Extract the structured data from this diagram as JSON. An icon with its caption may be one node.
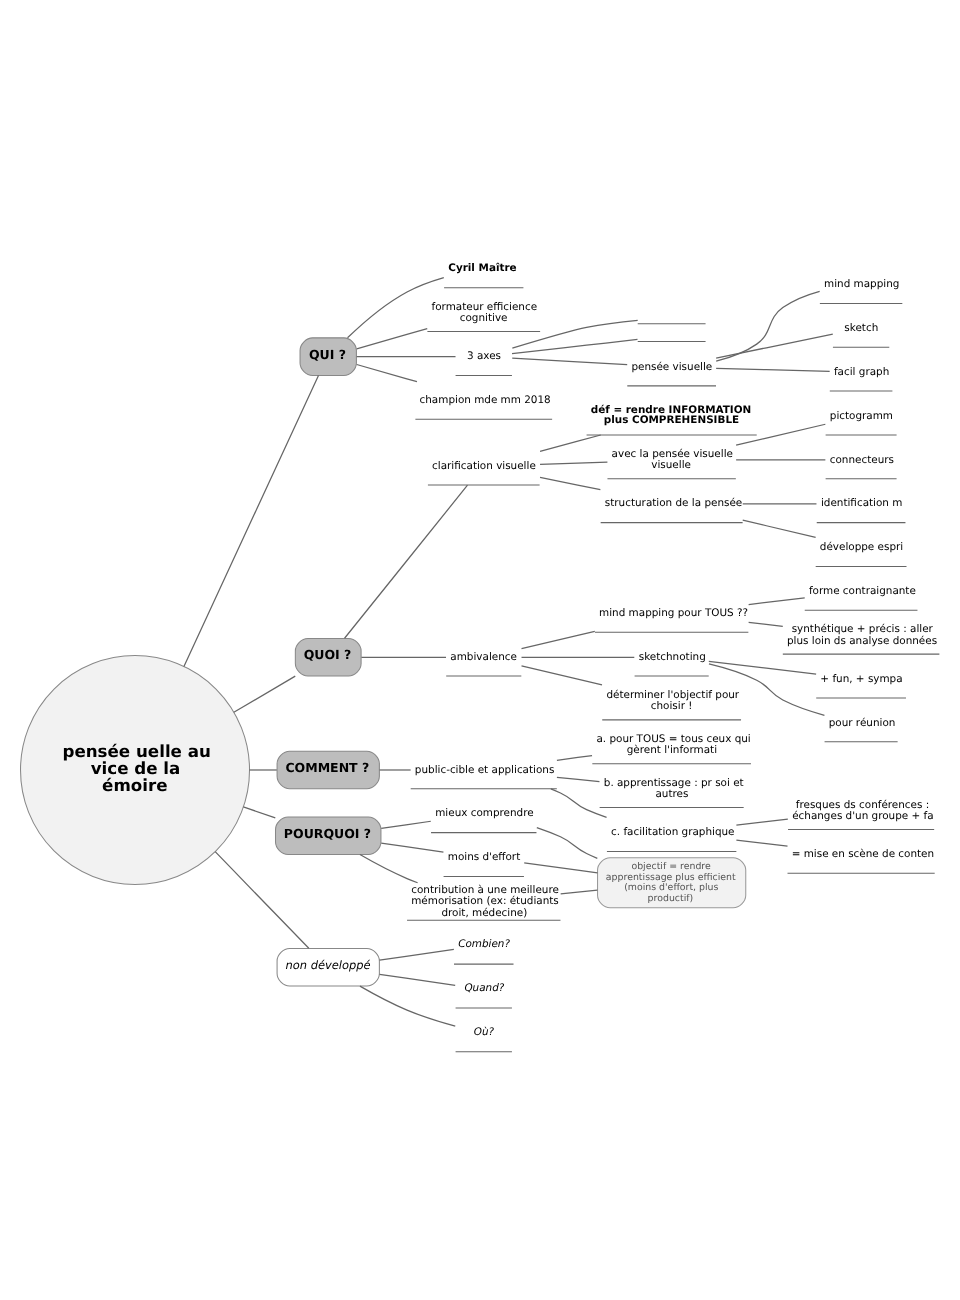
{
  "diagram": {
    "nodes": [
      {
        "text": [
          "pensée uelle au vice de la émoire"
        ]
      },
      {
        "text": [
          "QUI ?"
        ]
      },
      {
        "text": [
          "Cyril Maître"
        ]
      },
      {
        "text": [
          "formateur efficience cognitive"
        ]
      },
      {
        "text": [
          "3 axes"
        ]
      },
      {
        "text": [],
        "shape": "line"
      },
      {
        "text": [],
        "shape": "line"
      },
      {
        "text": [
          "pensée visuelle"
        ]
      },
      {
        "text": [
          "mind mapping"
        ]
      },
      {
        "text": [
          "sketch"
        ]
      },
      {
        "text": [
          "facil graph"
        ]
      },
      {
        "text": [
          "champion mde mm 2018"
        ]
      },
      {
        "text": [
          "QUOI ?"
        ]
      },
      {
        "text": [
          "clarification visuelle"
        ]
      },
      {
        "text": [
          "déf = rendre INFORMATION plus COMPREHENSIBLE"
        ]
      },
      {
        "text": [
          "avec la pensée visuelle visuelle"
        ]
      },
      {
        "text": [
          "pictogramm"
        ]
      },
      {
        "text": [
          "connecteurs"
        ]
      },
      {
        "text": [
          "structuration de la pensée"
        ]
      },
      {
        "text": [
          "identification m"
        ]
      },
      {
        "text": [
          "développe espri"
        ]
      },
      {
        "text": [
          "ambivalence"
        ]
      },
      {
        "text": [
          "mind mapping pour TOUS ??"
        ]
      },
      {
        "text": [
          "forme contraignante"
        ]
      },
      {
        "text": [
          "synthétique + précis : aller plus loin ds analyse données"
        ]
      },
      {
        "text": [
          "sketchnoting"
        ]
      },
      {
        "text": [
          "+ fun, + sympa"
        ]
      },
      {
        "text": [
          "pour réunion"
        ]
      },
      {
        "text": [
          "déterminer l'objectif pour choisir !"
        ]
      },
      {
        "text": [
          "COMMENT ?"
        ]
      },
      {
        "text": [
          "public-cible et applications"
        ]
      },
      {
        "text": [
          "a. pour TOUS = tous ceux qui gèrent l'informati"
        ]
      },
      {
        "text": [
          "b. apprentissage : pr soi et autres"
        ]
      },
      {
        "text": [
          "c. facilitation graphique"
        ]
      },
      {
        "text": [
          "fresques ds conférences : échanges d'un groupe + fa"
        ]
      },
      {
        "text": [
          "= mise en scène de conten"
        ]
      },
      {
        "text": [
          "POURQUOI ?"
        ]
      },
      {
        "text": [
          "mieux comprendre"
        ]
      },
      {
        "text": [
          "moins d'effort"
        ]
      },
      {
        "text": [
          "contribution à une meilleure mémorisation (ex: étudiants droit, médecine)"
        ]
      },
      {
        "text": [
          "objectif = rendre apprentissage plus efficient (moins d'effort, plus productif)"
        ]
      },
      {
        "text": [
          "non développé"
        ]
      },
      {
        "text": [
          "Combien?"
        ]
      },
      {
        "text": [
          "Quand?"
        ]
      },
      {
        "text": [
          "Où?"
        ]
      }
    ],
    "edges": [
      {
        "from": 0,
        "to": 1,
        "arrow": "none"
      },
      {
        "from": 1,
        "to": 2,
        "arrow": "none"
      },
      {
        "from": 1,
        "to": 3,
        "arrow": "none"
      },
      {
        "from": 1,
        "to": 4,
        "arrow": "none"
      },
      {
        "from": 4,
        "to": 5,
        "arrow": "none"
      },
      {
        "from": 4,
        "to": 6,
        "arrow": "none"
      },
      {
        "from": 4,
        "to": 7,
        "arrow": "none"
      },
      {
        "from": 7,
        "to": 8,
        "arrow": "none"
      },
      {
        "from": 7,
        "to": 9,
        "arrow": "none"
      },
      {
        "from": 7,
        "to": 10,
        "arrow": "none"
      },
      {
        "from": 1,
        "to": 11,
        "arrow": "none"
      },
      {
        "from": 0,
        "to": 12,
        "arrow": "none"
      },
      {
        "from": 12,
        "to": 13,
        "arrow": "none"
      },
      {
        "from": 13,
        "to": 14,
        "arrow": "none"
      },
      {
        "from": 13,
        "to": 15,
        "arrow": "none"
      },
      {
        "from": 15,
        "to": 16,
        "arrow": "none"
      },
      {
        "from": 15,
        "to": 17,
        "arrow": "none"
      },
      {
        "from": 13,
        "to": 18,
        "arrow": "none"
      },
      {
        "from": 18,
        "to": 19,
        "arrow": "none"
      },
      {
        "from": 18,
        "to": 20,
        "arrow": "none"
      },
      {
        "from": 12,
        "to": 21,
        "arrow": "none"
      },
      {
        "from": 21,
        "to": 22,
        "arrow": "none"
      },
      {
        "from": 22,
        "to": 23,
        "arrow": "none"
      },
      {
        "from": 22,
        "to": 24,
        "arrow": "none"
      },
      {
        "from": 21,
        "to": 25,
        "arrow": "none"
      },
      {
        "from": 25,
        "to": 26,
        "arrow": "none"
      },
      {
        "from": 25,
        "to": 27,
        "arrow": "none"
      },
      {
        "from": 21,
        "to": 28,
        "arrow": "none"
      },
      {
        "from": 0,
        "to": 29,
        "arrow": "none"
      },
      {
        "from": 29,
        "to": 30,
        "arrow": "none"
      },
      {
        "from": 30,
        "to": 31,
        "arrow": "none"
      },
      {
        "from": 30,
        "to": 32,
        "arrow": "none"
      },
      {
        "from": 30,
        "to": 33,
        "arrow": "none"
      },
      {
        "from": 33,
        "to": 34,
        "arrow": "none"
      },
      {
        "from": 33,
        "to": 35,
        "arrow": "none"
      },
      {
        "from": 0,
        "to": 36,
        "arrow": "none"
      },
      {
        "from": 36,
        "to": 37,
        "arrow": "none"
      },
      {
        "from": 36,
        "to": 38,
        "arrow": "none"
      },
      {
        "from": 36,
        "to": 39,
        "arrow": "none"
      },
      {
        "from": 37,
        "to": 40,
        "arrow": "none"
      },
      {
        "from": 38,
        "to": 40,
        "arrow": "none"
      },
      {
        "from": 39,
        "to": 40,
        "arrow": "none"
      },
      {
        "from": 0,
        "to": 41,
        "arrow": "none"
      },
      {
        "from": 41,
        "to": 42,
        "arrow": "none"
      },
      {
        "from": 41,
        "to": 43,
        "arrow": "none"
      },
      {
        "from": 41,
        "to": 44,
        "arrow": "none"
      }
    ]
  }
}
